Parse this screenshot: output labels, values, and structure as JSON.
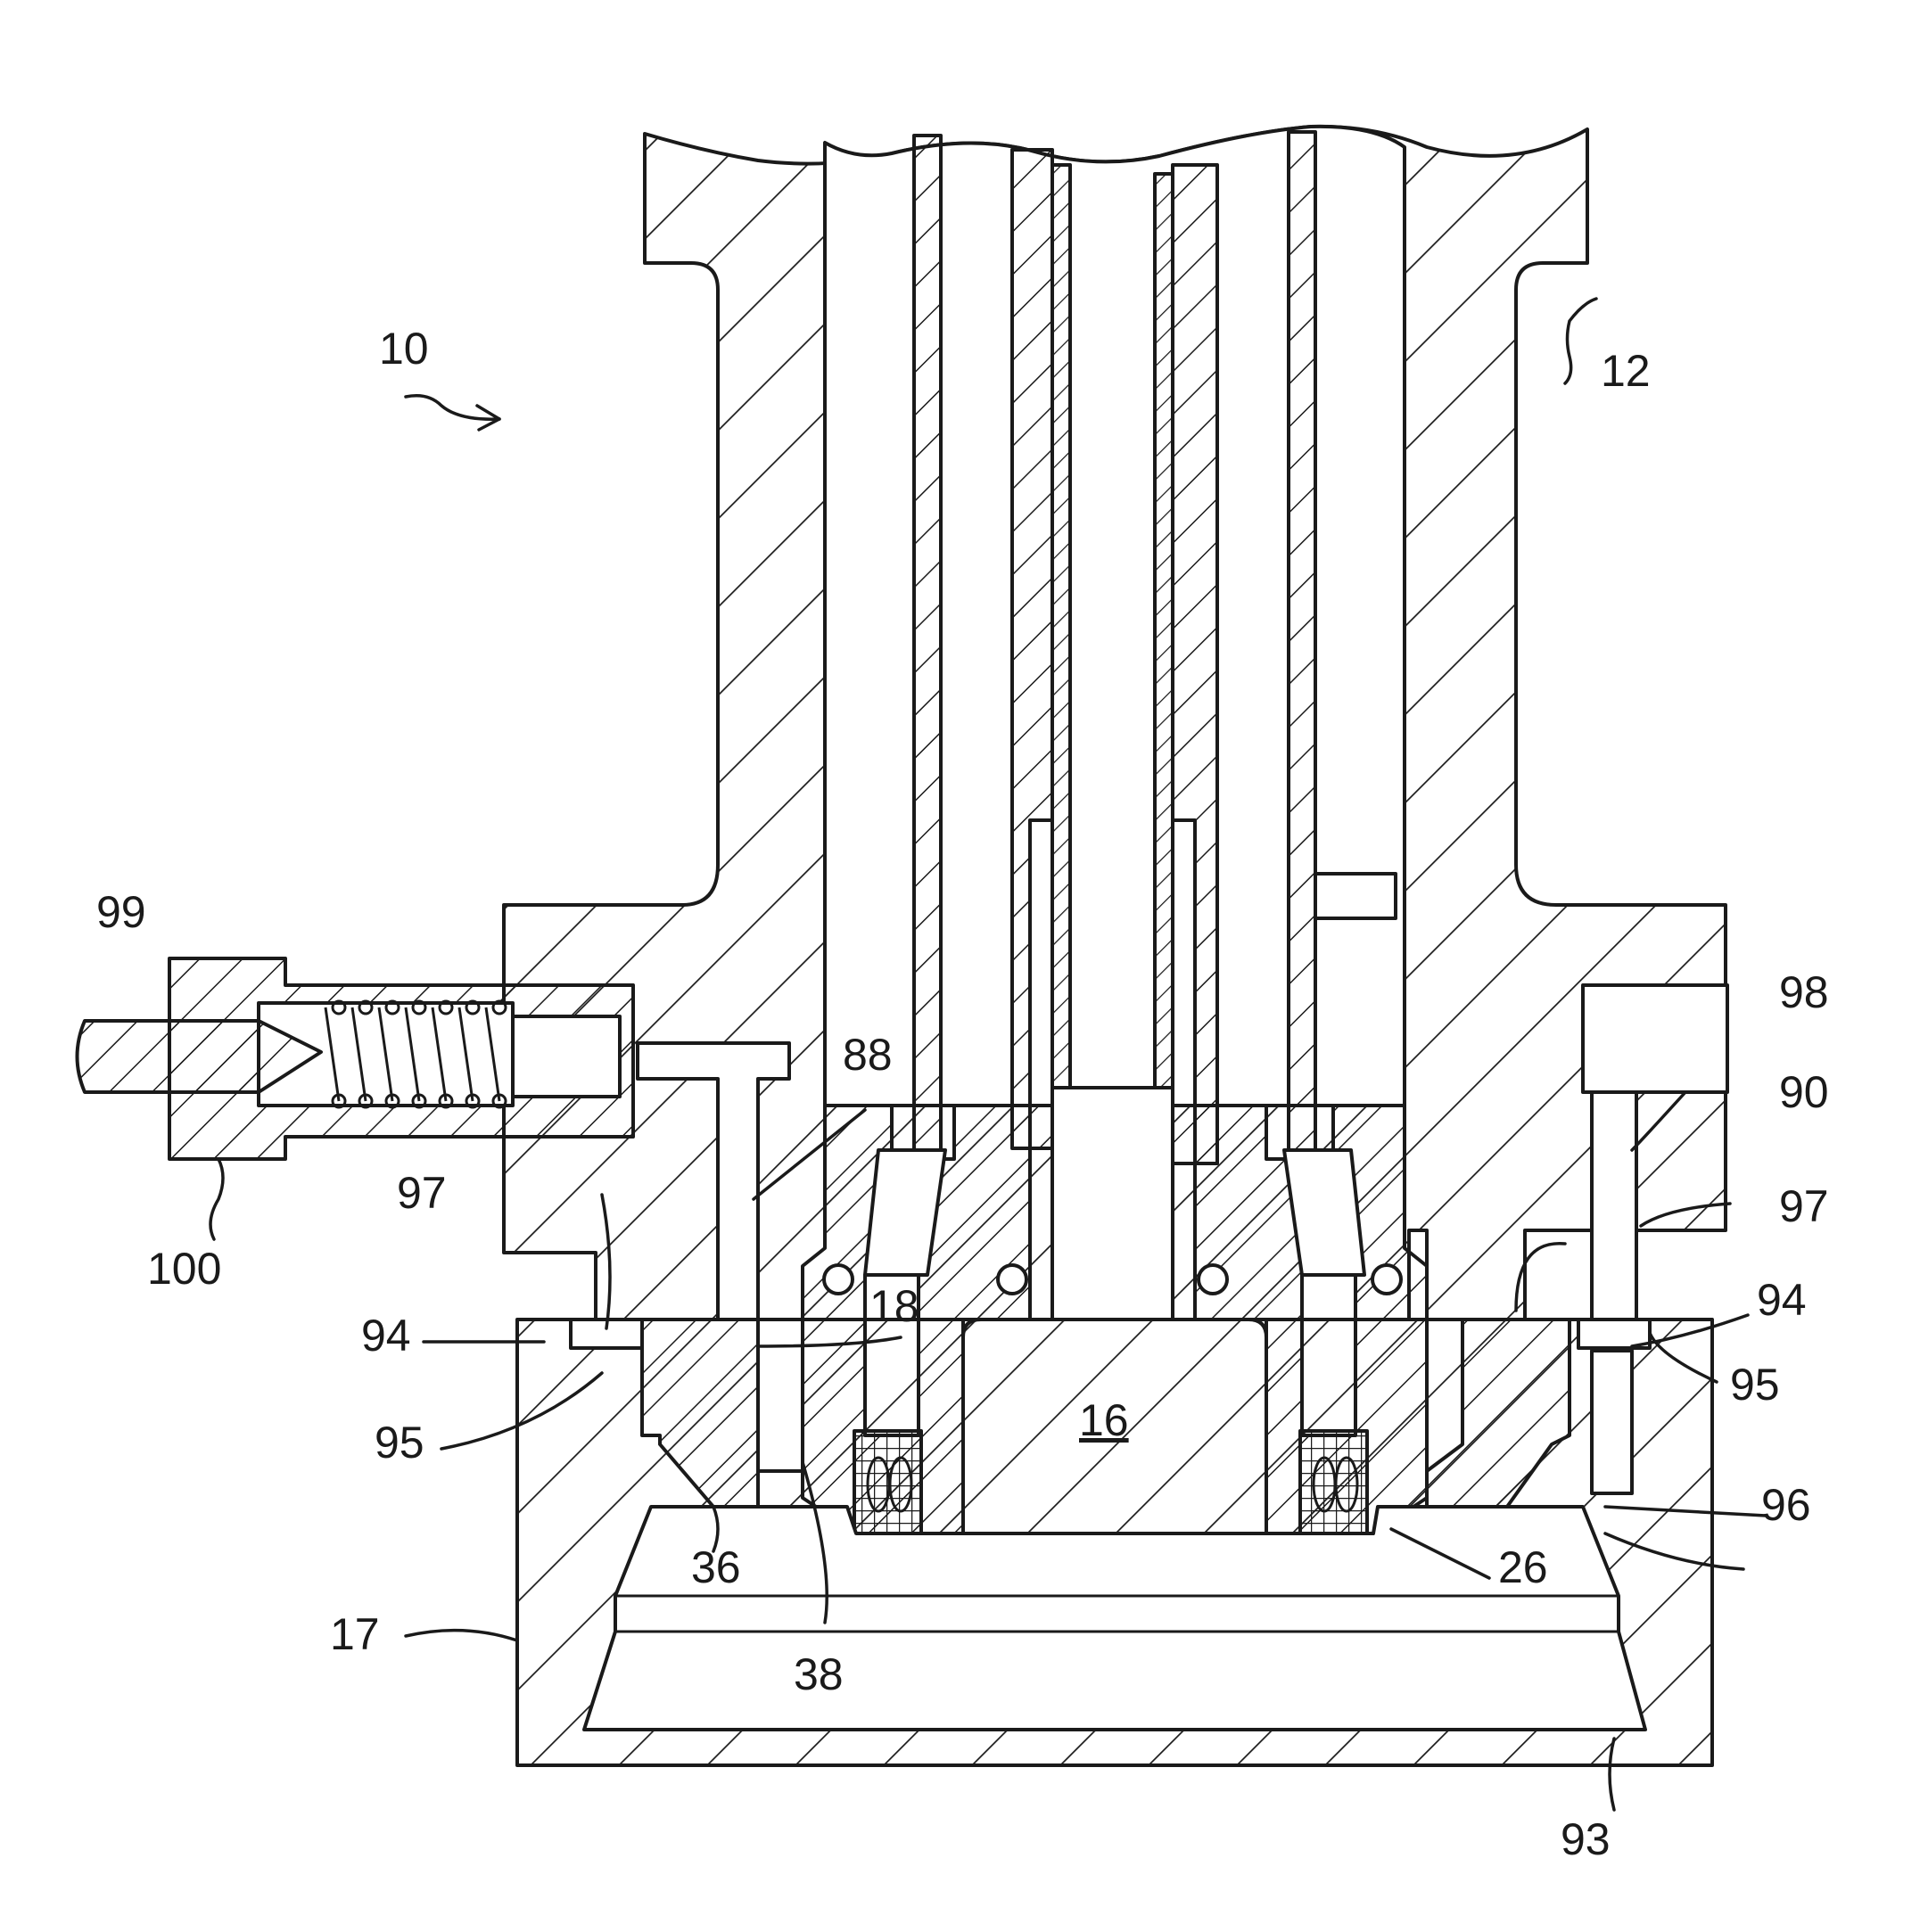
{
  "figure": {
    "labels": [
      {
        "id": "10",
        "text": "10"
      },
      {
        "id": "12",
        "text": "12"
      },
      {
        "id": "16",
        "text": "16"
      },
      {
        "id": "17",
        "text": "17"
      },
      {
        "id": "18",
        "text": "18"
      },
      {
        "id": "26",
        "text": "26"
      },
      {
        "id": "36",
        "text": "36"
      },
      {
        "id": "38",
        "text": "38"
      },
      {
        "id": "88",
        "text": "88"
      },
      {
        "id": "90",
        "text": "90"
      },
      {
        "id": "93",
        "text": "93"
      },
      {
        "id": "94_left",
        "text": "94"
      },
      {
        "id": "94_right",
        "text": "94"
      },
      {
        "id": "95_left",
        "text": "95"
      },
      {
        "id": "95_right",
        "text": "95"
      },
      {
        "id": "96",
        "text": "96"
      },
      {
        "id": "97_left",
        "text": "97"
      },
      {
        "id": "97_right",
        "text": "97"
      },
      {
        "id": "98",
        "text": "98"
      },
      {
        "id": "99",
        "text": "99"
      },
      {
        "id": "100",
        "text": "100"
      }
    ]
  }
}
